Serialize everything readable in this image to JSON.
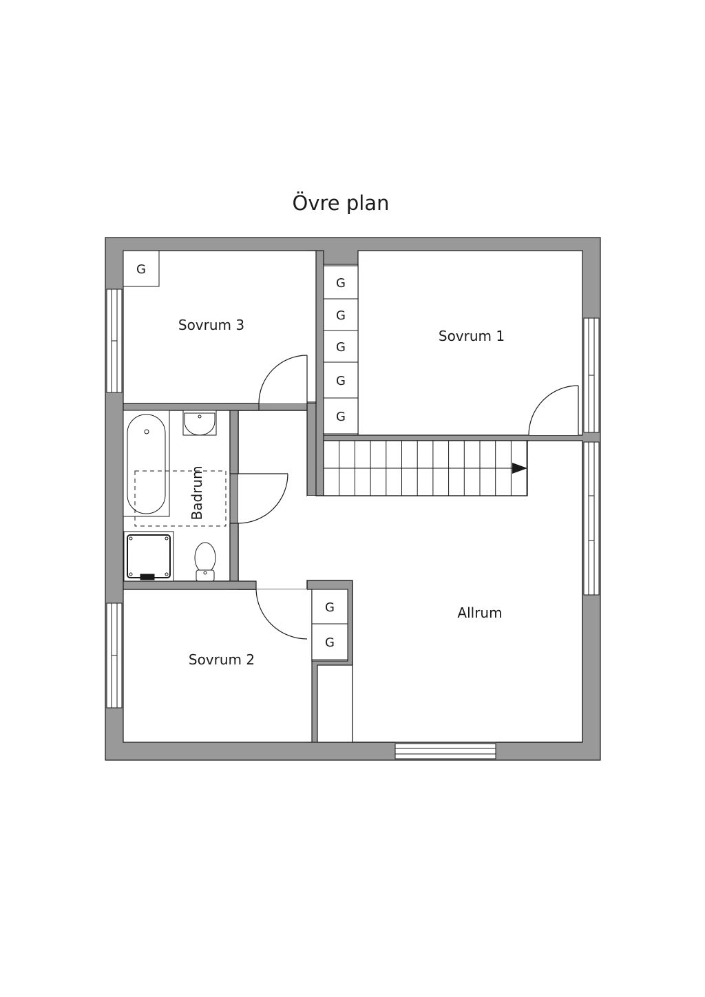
{
  "title": "Övre plan",
  "rooms": {
    "sovrum3": "Sovrum 3",
    "sovrum1": "Sovrum 1",
    "sovrum2": "Sovrum 2",
    "badrum": "Badrum",
    "allrum": "Allrum"
  },
  "closet_label": "G",
  "colors": {
    "wall": "#999999",
    "line": "#1a1a1a",
    "floor": "#ffffff"
  }
}
